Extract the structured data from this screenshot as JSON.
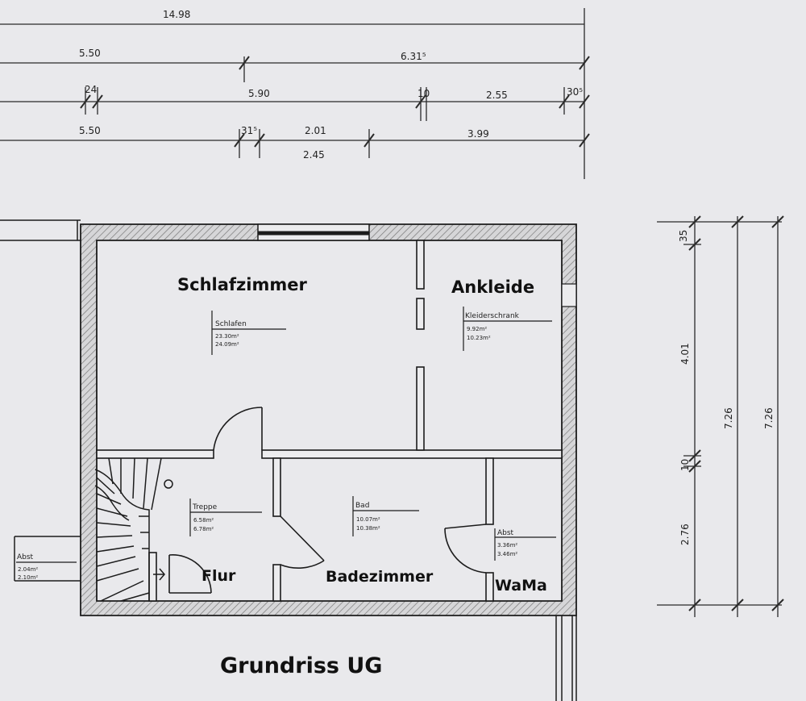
{
  "title": "Grundriss UG",
  "overlay_labels": {
    "bedroom": "Schlafzimmer",
    "dressing": "Ankleide",
    "hall": "Flur",
    "bathroom": "Badezimmer",
    "laundry": "WaMa"
  },
  "rooms": {
    "bedroom": {
      "name": "Schlafen",
      "area1": "23.30m²",
      "area2": "24.09m²"
    },
    "dressing": {
      "name": "Kleiderschrank",
      "area1": "9.92m²",
      "area2": "10.23m²"
    },
    "stairs": {
      "name": "Treppe",
      "area1": "6.58m²",
      "area2": "6.78m²"
    },
    "bathroom": {
      "name": "Bad",
      "area1": "10.07m²",
      "area2": "10.38m²"
    },
    "storage_right": {
      "name": "Abst",
      "area1": "3.36m²",
      "area2": "3.46m²"
    },
    "storage_left": {
      "name": "Abst",
      "area1": "2.04m²",
      "area2": "2.10m²"
    }
  },
  "dimensions": {
    "top_row1": [
      "14.98"
    ],
    "top_row2": [
      "5.50",
      "6.31⁵"
    ],
    "top_row3": [
      "24",
      "5.90",
      "10",
      "2.55",
      "30⁵"
    ],
    "top_row4": [
      "5.50",
      "31⁵",
      "2.01",
      "2.45",
      "3.99"
    ],
    "right_inner": [
      "35",
      "4.01",
      "10",
      "2.76"
    ],
    "right_outer": [
      "7.26",
      "7.26"
    ]
  },
  "colors": {
    "background": "#e9e9ec",
    "ink": "#1c1c1c",
    "wall_fill": "#d2d2d4"
  }
}
